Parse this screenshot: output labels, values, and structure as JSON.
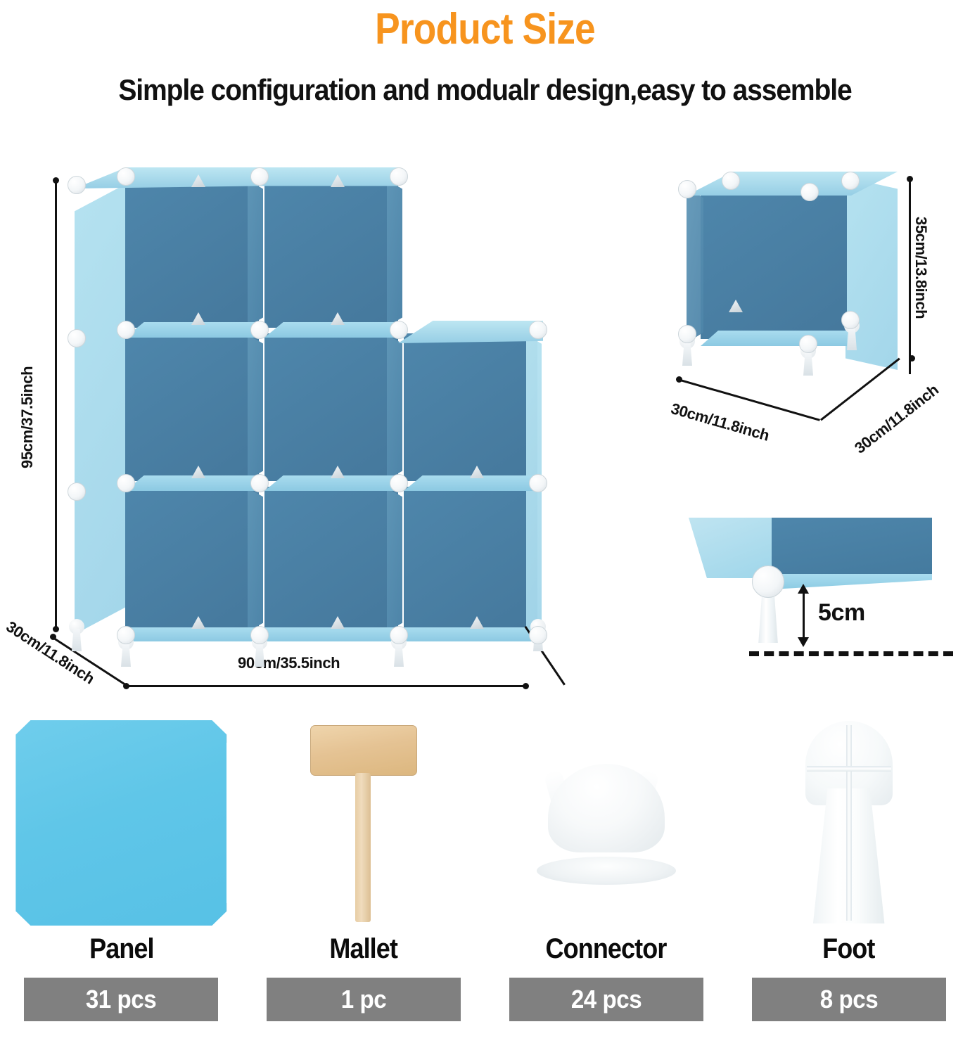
{
  "header": {
    "title": "Product Size",
    "title_color": "#f7941e",
    "subtitle": "Simple configuration and modualr design,easy to assemble"
  },
  "main_shelf": {
    "height_label": "95cm/37.5inch",
    "width_label": "90cm/35.5inch",
    "depth_label": "30cm/11.8inch"
  },
  "single_cube": {
    "height_label": "35cm/13.8inch",
    "width_label": "30cm/11.8inch",
    "depth_label": "30cm/11.8inch"
  },
  "foot_detail": {
    "height_label": "5cm"
  },
  "parts": [
    {
      "name": "Panel",
      "count": "31 pcs",
      "icon": "panel-icon"
    },
    {
      "name": "Mallet",
      "count": "1 pc",
      "icon": "mallet-icon"
    },
    {
      "name": "Connector",
      "count": "24 pcs",
      "icon": "connector-icon"
    },
    {
      "name": "Foot",
      "count": "8 pcs",
      "icon": "foot-icon"
    }
  ],
  "colors": {
    "panel_light": "#a3d6ea",
    "panel_dark": "#4a7fa3",
    "panel_swatch": "#5fc6e8",
    "badge_bg": "#808080",
    "accent": "#f7941e"
  }
}
